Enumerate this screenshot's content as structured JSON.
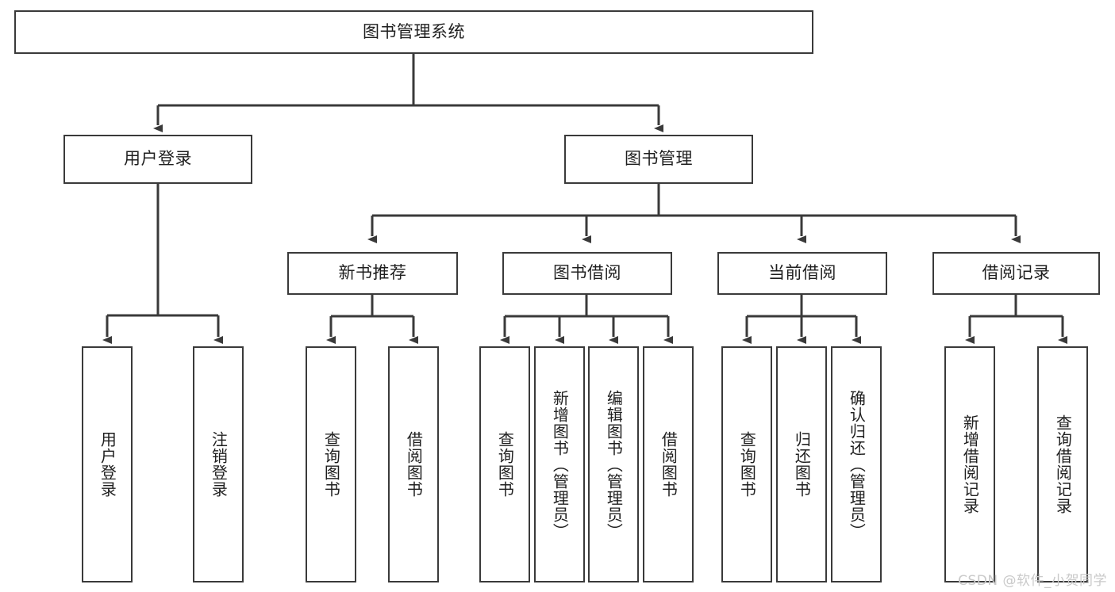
{
  "diagram": {
    "type": "tree",
    "title": "图书管理系统",
    "watermark": "CSDN @软件_小贺同学",
    "colors": {
      "box_border": "#3a3a3a",
      "box_fill": "#ffffff",
      "connector": "#3a3a3a",
      "text": "#1f1f1f",
      "watermark": "#c9c9c9",
      "background": "#ffffff"
    },
    "nodes": {
      "root": {
        "label": "图书管理系统"
      },
      "level2": [
        {
          "id": "user-login",
          "label": "用户登录"
        },
        {
          "id": "book-manage",
          "label": "图书管理"
        }
      ],
      "level3": [
        {
          "id": "new-book-recommend",
          "label": "新书推荐"
        },
        {
          "id": "book-borrow",
          "label": "图书借阅"
        },
        {
          "id": "current-borrow",
          "label": "当前借阅"
        },
        {
          "id": "borrow-record",
          "label": "借阅记录"
        }
      ],
      "leaves": {
        "user-login": [
          {
            "id": "leaf-user-login",
            "label": "用户登录"
          },
          {
            "id": "leaf-user-logout",
            "label": "注销登录"
          }
        ],
        "new-book-recommend": [
          {
            "id": "leaf-query-book-1",
            "label": "查询图书"
          },
          {
            "id": "leaf-borrow-book-1",
            "label": "借阅图书"
          }
        ],
        "book-borrow": [
          {
            "id": "leaf-query-book-2",
            "label": "查询图书"
          },
          {
            "id": "leaf-add-book",
            "label": "新增图书（管理员）"
          },
          {
            "id": "leaf-edit-book",
            "label": "编辑图书（管理员）"
          },
          {
            "id": "leaf-borrow-book-2",
            "label": "借阅图书"
          }
        ],
        "current-borrow": [
          {
            "id": "leaf-query-book-3",
            "label": "查询图书"
          },
          {
            "id": "leaf-return-book",
            "label": "归还图书"
          },
          {
            "id": "leaf-confirm-return",
            "label": "确认归还（管理员）"
          }
        ],
        "borrow-record": [
          {
            "id": "leaf-add-record",
            "label": "新增借阅记录"
          },
          {
            "id": "leaf-query-record",
            "label": "查询借阅记录"
          }
        ]
      }
    },
    "edges": [
      {
        "from": "图书管理系统",
        "to": "用户登录"
      },
      {
        "from": "图书管理系统",
        "to": "图书管理"
      },
      {
        "from": "用户登录",
        "to": "用户登录"
      },
      {
        "from": "用户登录",
        "to": "注销登录"
      },
      {
        "from": "图书管理",
        "to": "新书推荐"
      },
      {
        "from": "图书管理",
        "to": "图书借阅"
      },
      {
        "from": "图书管理",
        "to": "当前借阅"
      },
      {
        "from": "图书管理",
        "to": "借阅记录"
      },
      {
        "from": "新书推荐",
        "to": "查询图书"
      },
      {
        "from": "新书推荐",
        "to": "借阅图书"
      },
      {
        "from": "图书借阅",
        "to": "查询图书"
      },
      {
        "from": "图书借阅",
        "to": "新增图书（管理员）"
      },
      {
        "from": "图书借阅",
        "to": "编辑图书（管理员）"
      },
      {
        "from": "图书借阅",
        "to": "借阅图书"
      },
      {
        "from": "当前借阅",
        "to": "查询图书"
      },
      {
        "from": "当前借阅",
        "to": "归还图书"
      },
      {
        "from": "当前借阅",
        "to": "确认归还（管理员）"
      },
      {
        "from": "借阅记录",
        "to": "新增借阅记录"
      },
      {
        "from": "借阅记录",
        "to": "查询借阅记录"
      }
    ]
  }
}
